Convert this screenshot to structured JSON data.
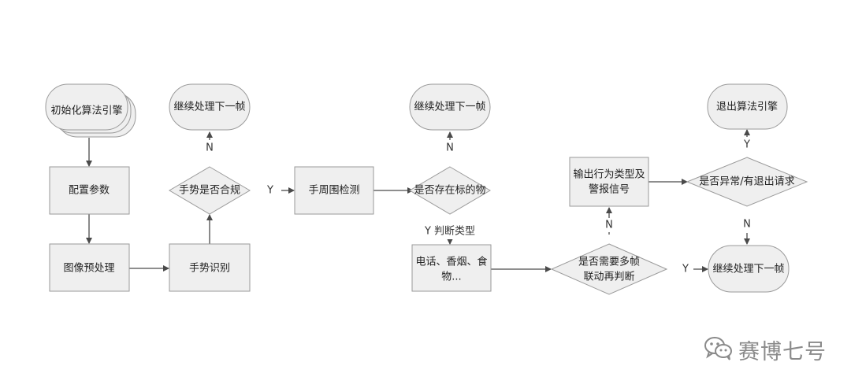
{
  "nodes": {
    "init_engine": "初始化算法引擎",
    "config_params": "配置参数",
    "image_preprocess": "图像预处理",
    "gesture_recognition": "手势识别",
    "gesture_check": "手势是否合规",
    "continue_1": "继续处理下一帧",
    "hand_detect": "手周围检测",
    "target_check": "是否存在标的物",
    "continue_2": "继续处理下一帧",
    "judge_items_line1": "电话、香烟、食",
    "judge_items_line2": "物...",
    "multi_frame_line1": "是否需要多帧",
    "multi_frame_line2": "联动再判断",
    "output_line1": "输出行为类型及",
    "output_line2": "警报信号",
    "exit_check": "是否异常/有退出请求",
    "exit_engine": "退出算法引擎",
    "continue_3": "继续处理下一帧"
  },
  "edge_labels": {
    "gesture_no": "N",
    "gesture_yes": "Y",
    "target_no": "N",
    "target_yes": "Y 判断类型",
    "multi_no": "N",
    "multi_yes": "Y",
    "exit_yes": "Y",
    "exit_no": "N"
  },
  "watermark": {
    "text": "赛博七号",
    "icon": "wechat-icon"
  },
  "colors": {
    "node_fill": "#efefef",
    "node_stroke": "#9a9a9a",
    "edge": "#4a4a4a",
    "watermark": "#8a8a8a"
  }
}
